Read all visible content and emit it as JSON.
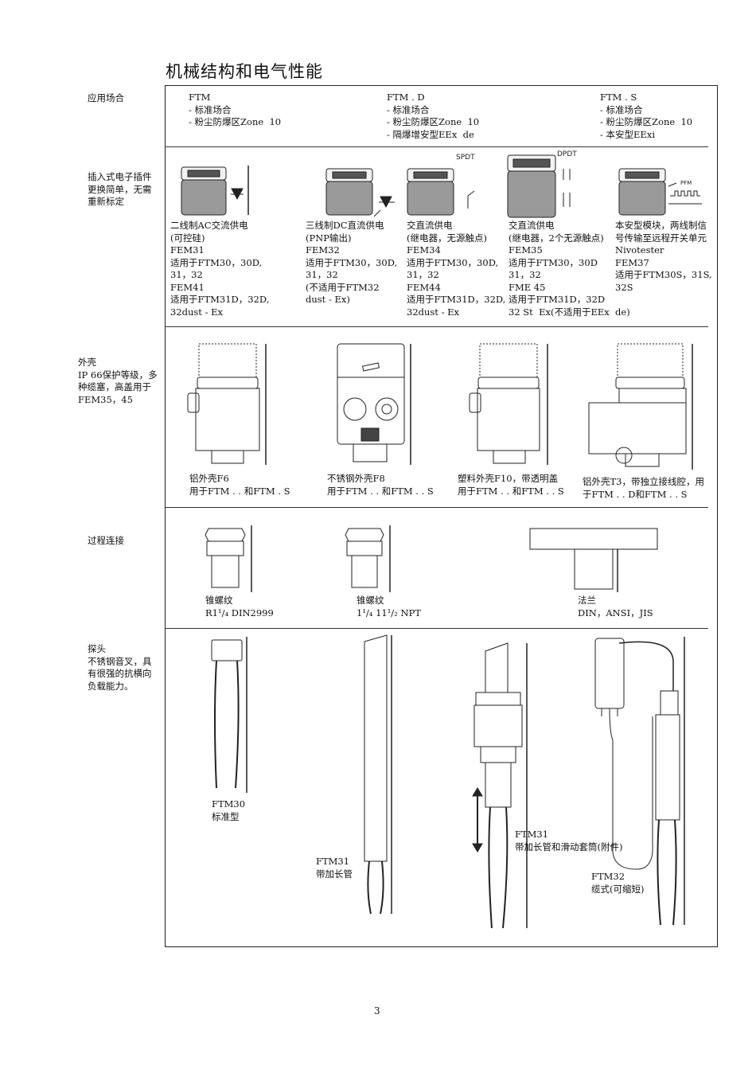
{
  "page": {
    "title": "机械结构和电气性能",
    "page_number": "3"
  },
  "labels": {
    "application": "应用场合",
    "plugin": [
      "插入式电子插件",
      "更换简单，无需",
      "重新标定"
    ],
    "housing": [
      "外壳",
      "IP 66保护等级，多",
      "种缆塞，高盖用于",
      "FEM35，45"
    ],
    "process": "过程连接",
    "probe": [
      "探头",
      "不锈钢音叉，具",
      "有很强的抗横向",
      "负载能力。"
    ]
  },
  "application": {
    "col1": [
      "FTM",
      "- 标准场合",
      "- 粉尘防爆区Zone  10"
    ],
    "col2": [
      "FTM . D",
      "- 标准场合",
      "- 粉尘防爆区Zone  10",
      "- 隔爆增安型EEx  de"
    ],
    "col3": [
      "FTM . S",
      "- 标准场合",
      "- 粉尘防爆区Zone  10",
      "- 本安型EExi"
    ]
  },
  "modules": {
    "spdt_label": "SPDT",
    "dpdt_label": "DPDT",
    "pfm_label": "PFM",
    "m1": [
      "二线制AC交流供电",
      "(可控硅)",
      "FEM31",
      "适用于FTM30，30D,",
      "31，32",
      "FEM41",
      "适用于FTM31D，32D,",
      "32dust - Ex"
    ],
    "m2": [
      "三线制DC直流供电",
      "(PNP输出)",
      "FEM32",
      "适用于FTM30，30D,",
      "31，32",
      "(不适用于FTM32",
      "dust - Ex)"
    ],
    "m3": [
      "交直流供电",
      "(继电器，无源触点)",
      "FEM34",
      "适用于FTM30，30D,",
      "31，32",
      "FEM44",
      "适用于FTM31D，32D,",
      "32dust - Ex"
    ],
    "m4": [
      "交直流供电",
      "(继电器，2个无源触点)",
      "FEM35",
      "适用于FTM30，30D",
      "31，32",
      "FME 45",
      "适用于FTM31D，32D",
      "32 St  Ex(不适用于EEx  de)"
    ],
    "m5": [
      "本安型模块，两线制信",
      "号传输至远程开关单元",
      "Nivotester",
      "FEM37",
      "适用于FTM30S，31S,",
      "32S"
    ]
  },
  "housings": {
    "h1": [
      "铝外壳F6",
      "用于FTM . . 和FTM . S"
    ],
    "h2": [
      "不锈钢外壳F8",
      "用于FTM . . 和FTM . . S"
    ],
    "h3": [
      "塑料外壳F10，带透明盖",
      "用于FTM . . 和FTM . . S"
    ],
    "h4": [
      "铝外壳T3，带独立接线腔，用",
      "于FTM . . D和FTM . . S"
    ]
  },
  "process": {
    "p1": [
      "锥螺纹",
      "R1¹/₄ DIN2999"
    ],
    "p2": [
      "锥螺纹",
      "1¹/₄ 11¹/₂ NPT"
    ],
    "p3": [
      "法兰",
      "DIN，ANSI，JIS"
    ]
  },
  "probes": {
    "p1": [
      "FTM30",
      "标准型"
    ],
    "p2": [
      "FTM31",
      "带加长管"
    ],
    "p3": [
      "FTM31",
      "带加长管和滑动套筒(附件)"
    ],
    "p4": [
      "FTM32",
      "缆式(可缩短)"
    ]
  }
}
